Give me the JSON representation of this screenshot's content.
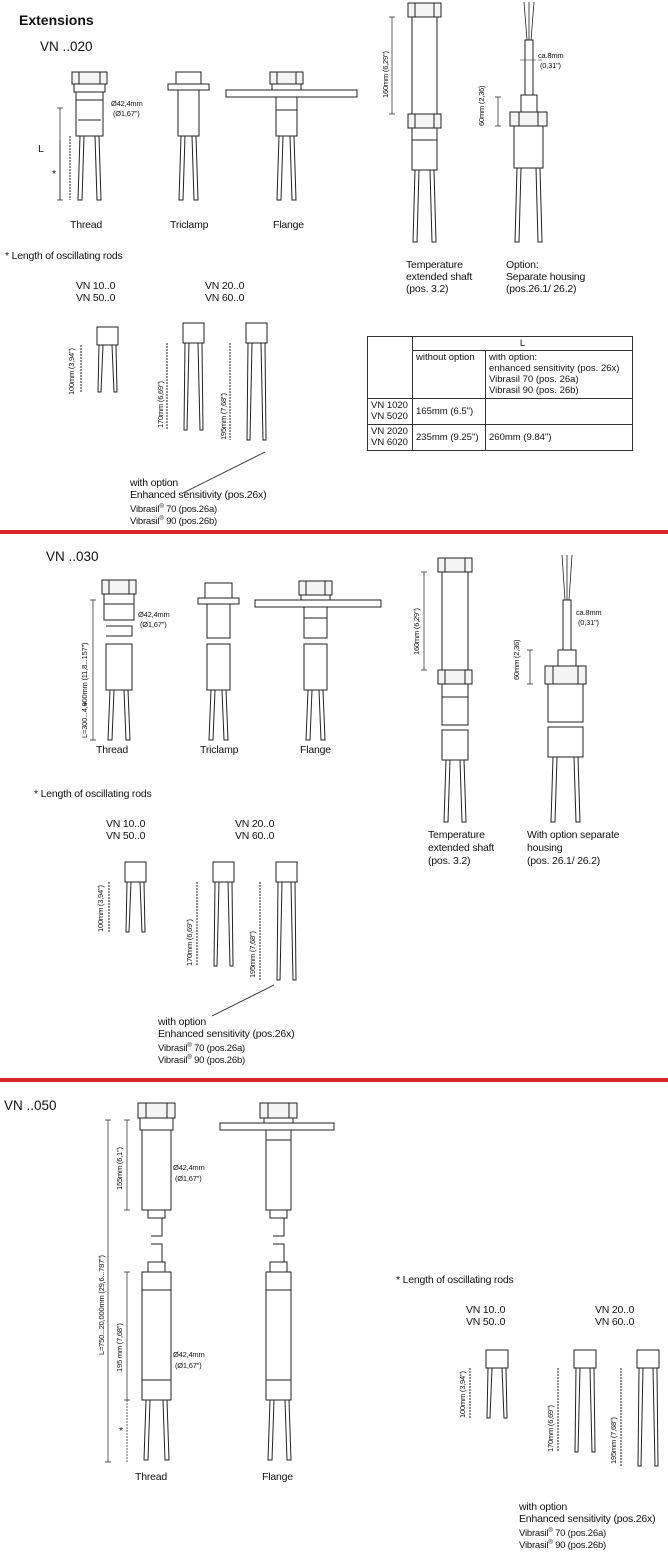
{
  "title": "Extensions",
  "colors": {
    "divider": "#d6242b",
    "line": "#222222",
    "fill": "#f4f4f4"
  },
  "s020": {
    "heading": "VN ..020",
    "dia_top": "Ø42,4mm",
    "dia_bot": "(Ø1,67\")",
    "L": "L",
    "star": "*",
    "labels": {
      "thread": "Thread",
      "triclamp": "Triclamp",
      "flange": "Flange"
    },
    "temp": [
      "Temperature",
      "extended shaft",
      "(pos. 3.2)"
    ],
    "option": [
      "Option:",
      "Separate housing",
      "(pos.26.1/ 26.2)"
    ],
    "shaft_dim": "160mm (6,29\")",
    "housing_dim": "60mm (2,36)",
    "cable_top": "ca.8mm",
    "cable_bot": "(0,31\")",
    "rods_title": "* Length of oscillating rods",
    "g1": [
      "VN 10..0",
      "VN 50..0"
    ],
    "g2": [
      "VN 20..0",
      "VN 60..0"
    ],
    "d100": "100mm (3,94\")",
    "d170": "170mm (6,69\")",
    "d195": "195mm (7,68\")",
    "opt": {
      "l1": "with option",
      "l2": "Enhanced sensitivity (pos.26x)",
      "l3a": "Vibrasil",
      "l3b": " 70 (pos.26a)",
      "l4a": "Vibrasil",
      "l4b": " 90 (pos.26b)",
      "reg": "®"
    },
    "table": {
      "L": "L",
      "h_without": "without option",
      "h_with": [
        "with option:",
        "enhanced sensitivity (pos. 26x)",
        "Vibrasil 70 (pos. 26a)",
        "Vibrasil 90 (pos. 26b)"
      ],
      "r1_model": [
        "VN 1020",
        "VN 5020"
      ],
      "r1_without": "165mm  (6.5\")",
      "r1_with": "",
      "r2_model": [
        "VN 2020",
        "VN 6020"
      ],
      "r2_without": "235mm  (9.25\")",
      "r2_with": "260mm  (9.84\")"
    }
  },
  "s030": {
    "heading": "VN ..030",
    "dia_top": "Ø42,4mm",
    "dia_bot": "(Ø1,67\")",
    "L": "L=300...4,000mm (11,8...157\")",
    "star": "*",
    "labels": {
      "thread": "Thread",
      "triclamp": "Triclamp",
      "flange": "Flange"
    },
    "temp": [
      "Temperature",
      "extended shaft",
      "(pos. 3.2)"
    ],
    "option": [
      "With option separate",
      "housing",
      "(pos. 26.1/ 26.2)"
    ],
    "shaft_dim": "160mm (6,29\")",
    "housing_dim": "60mm (2,36)",
    "cable_top": "ca.8mm",
    "cable_bot": "(0,31\")",
    "rods_title": "* Length of oscillating rods",
    "g1": [
      "VN 10..0",
      "VN 50..0"
    ],
    "g2": [
      "VN 20..0",
      "VN 60..0"
    ],
    "d100": "100mm (3,94\")",
    "d170": "170mm (6,69\")",
    "d195": "195mm (7,68\")",
    "opt": {
      "l1": "with option",
      "l2": "Enhanced sensitivity (pos.26x)",
      "l3a": "Vibrasil",
      "l3b": " 70 (pos.26a)",
      "l4a": "Vibrasil",
      "l4b": " 90 (pos.26b)",
      "reg": "®"
    }
  },
  "s050": {
    "heading": "VN ..050",
    "dia_top": "Ø42,4mm",
    "dia_bot": "(Ø1,67\")",
    "d155": "155mm (6,1\")",
    "L": "L=750...20,000mm (29,6...787\")",
    "d195m": "195 mm (7,68\")",
    "star": "*",
    "labels": {
      "thread": "Thread",
      "flange": "Flange"
    },
    "rods_title": "* Length of oscillating rods",
    "g1": [
      "VN 10..0",
      "VN 50..0"
    ],
    "g2": [
      "VN 20..0",
      "VN 60..0"
    ],
    "d100": "100mm (3,94\")",
    "d170": "170mm (6,69\")",
    "d195": "195mm (7,68\")",
    "opt": {
      "l1": "with option",
      "l2": "Enhanced sensitivity (pos.26x)",
      "l3a": "Vibrasil",
      "l3b": " 70 (pos.26a)",
      "l4a": "Vibrasil",
      "l4b": " 90 (pos.26b)",
      "reg": "®"
    }
  }
}
